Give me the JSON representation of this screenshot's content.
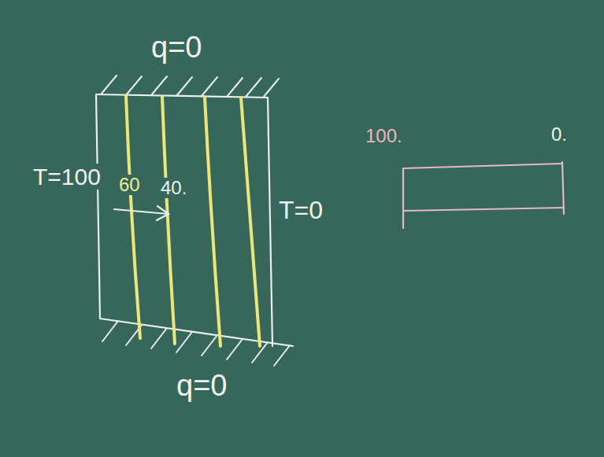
{
  "diagram": {
    "labels": [
      "q=0",
      "T=100",
      "60",
      "40.",
      "T=0",
      "q=0",
      "100.",
      "0."
    ]
  }
}
